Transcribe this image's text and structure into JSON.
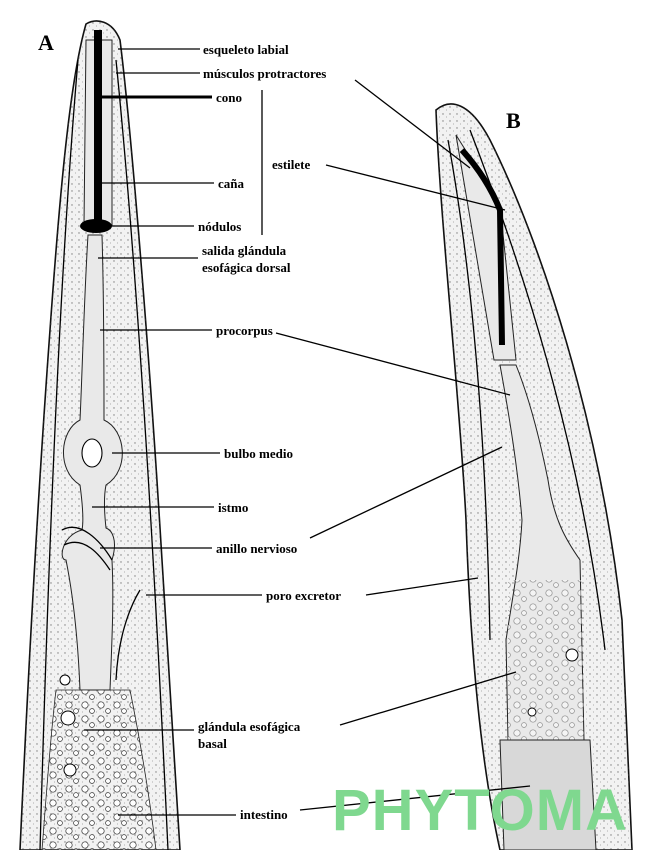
{
  "panels": {
    "a": "A",
    "b": "B"
  },
  "labels": {
    "esqueleto_labial": "esqueleto labial",
    "musculos_protractores": "músculos protractores",
    "cono": "cono",
    "estilete": "estilete",
    "cana": "caña",
    "nodulos": "nódulos",
    "salida_line1": "salida glándula",
    "salida_line2": "esofágica dorsal",
    "procorpus": "procorpus",
    "bulbo_medio": "bulbo medio",
    "istmo": "istmo",
    "anillo_nervioso": "anillo nervioso",
    "poro_excretor": "poro excretor",
    "glandula_line1": "glándula esofágica",
    "glandula_line2": "basal",
    "intestino": "intestino"
  },
  "watermark": {
    "text": "PHYTOMA",
    "color": "#7fd88f"
  },
  "colors": {
    "ink": "#000000",
    "tissue": "#f2f2f2",
    "stylet": "#000000"
  }
}
